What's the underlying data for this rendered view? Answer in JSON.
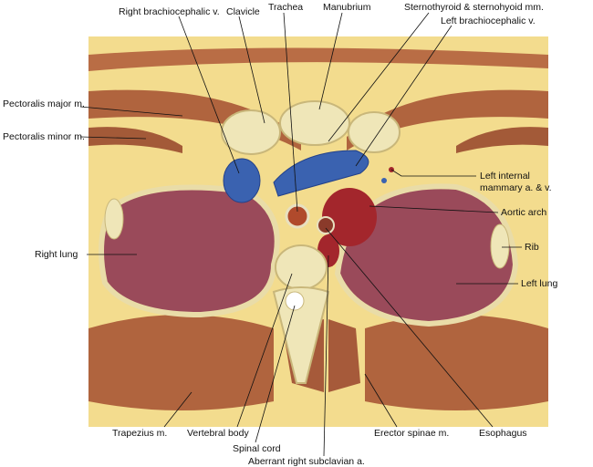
{
  "labels": {
    "right_brachiocephalic": "Right brachiocephalic v.",
    "clavicle": "Clavicle",
    "trachea": "Trachea",
    "manubrium": "Manubrium",
    "sternothyroid": "Sternothyroid & sternohyoid mm.",
    "left_brachiocephalic": "Left brachiocephalic v.",
    "pectoralis_major": "Pectoralis major m.",
    "pectoralis_minor": "Pectoralis minor m.",
    "left_internal_mammary_1": "Left internal",
    "left_internal_mammary_2": "mammary a. & v.",
    "aortic_arch": "Aortic arch",
    "right_lung": "Right lung",
    "rib": "Rib",
    "left_lung": "Left lung",
    "trapezius": "Trapezius m.",
    "vertebral_body": "Vertebral body",
    "spinal_cord": "Spinal cord",
    "aberrant_subclavian": "Aberrant right subclavian a.",
    "erector_spinae": "Erector spinae m.",
    "esophagus": "Esophagus"
  },
  "colors": {
    "fat": "#f3dc8e",
    "muscle": "#b0643e",
    "lung": "#9a4a5a",
    "bone": "#efe6b8",
    "vein": "#3a62b0",
    "artery": "#a3262c"
  }
}
